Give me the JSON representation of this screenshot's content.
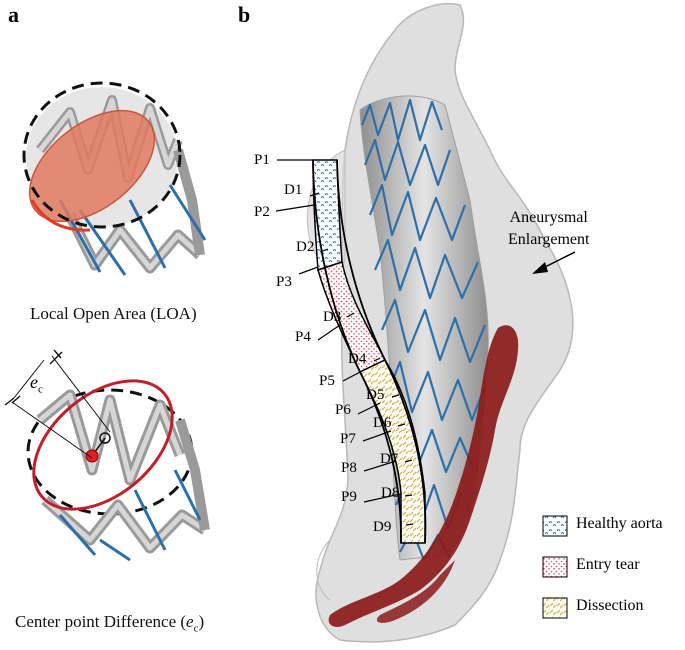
{
  "panel_a": {
    "letter": "a",
    "caption_loa": "Local Open Area (LOA)",
    "caption_ec_prefix": "Center point Difference (",
    "caption_ec_var": "e",
    "caption_ec_sub": "c",
    "caption_ec_suffix": ")",
    "ec_label_var": "e",
    "ec_label_sub": "c"
  },
  "panel_b": {
    "letter": "b",
    "position_labels": [
      "P1",
      "P2",
      "P3",
      "P4",
      "P5",
      "P6",
      "P7",
      "P8",
      "P9"
    ],
    "distance_labels": [
      "D1",
      "D2",
      "D3",
      "D4",
      "D5",
      "D6",
      "D7",
      "D8",
      "D9"
    ],
    "annotation_line1": "Aneurysmal",
    "annotation_line2": "Enlargement"
  },
  "legend": {
    "items": [
      {
        "label": "Healthy aorta",
        "color": "#3a78c0"
      },
      {
        "label": "Entry tear",
        "color": "#d9475a"
      },
      {
        "label": "Dissection",
        "color": "#d9a830"
      }
    ]
  },
  "colors": {
    "stent_wire": "#2f6fa8",
    "dissection_flap": "#8b1a1a",
    "aorta_shell": "#cfcfcf",
    "loa_fill": "#e07a5f",
    "ellipse_red": "#c0202a"
  }
}
